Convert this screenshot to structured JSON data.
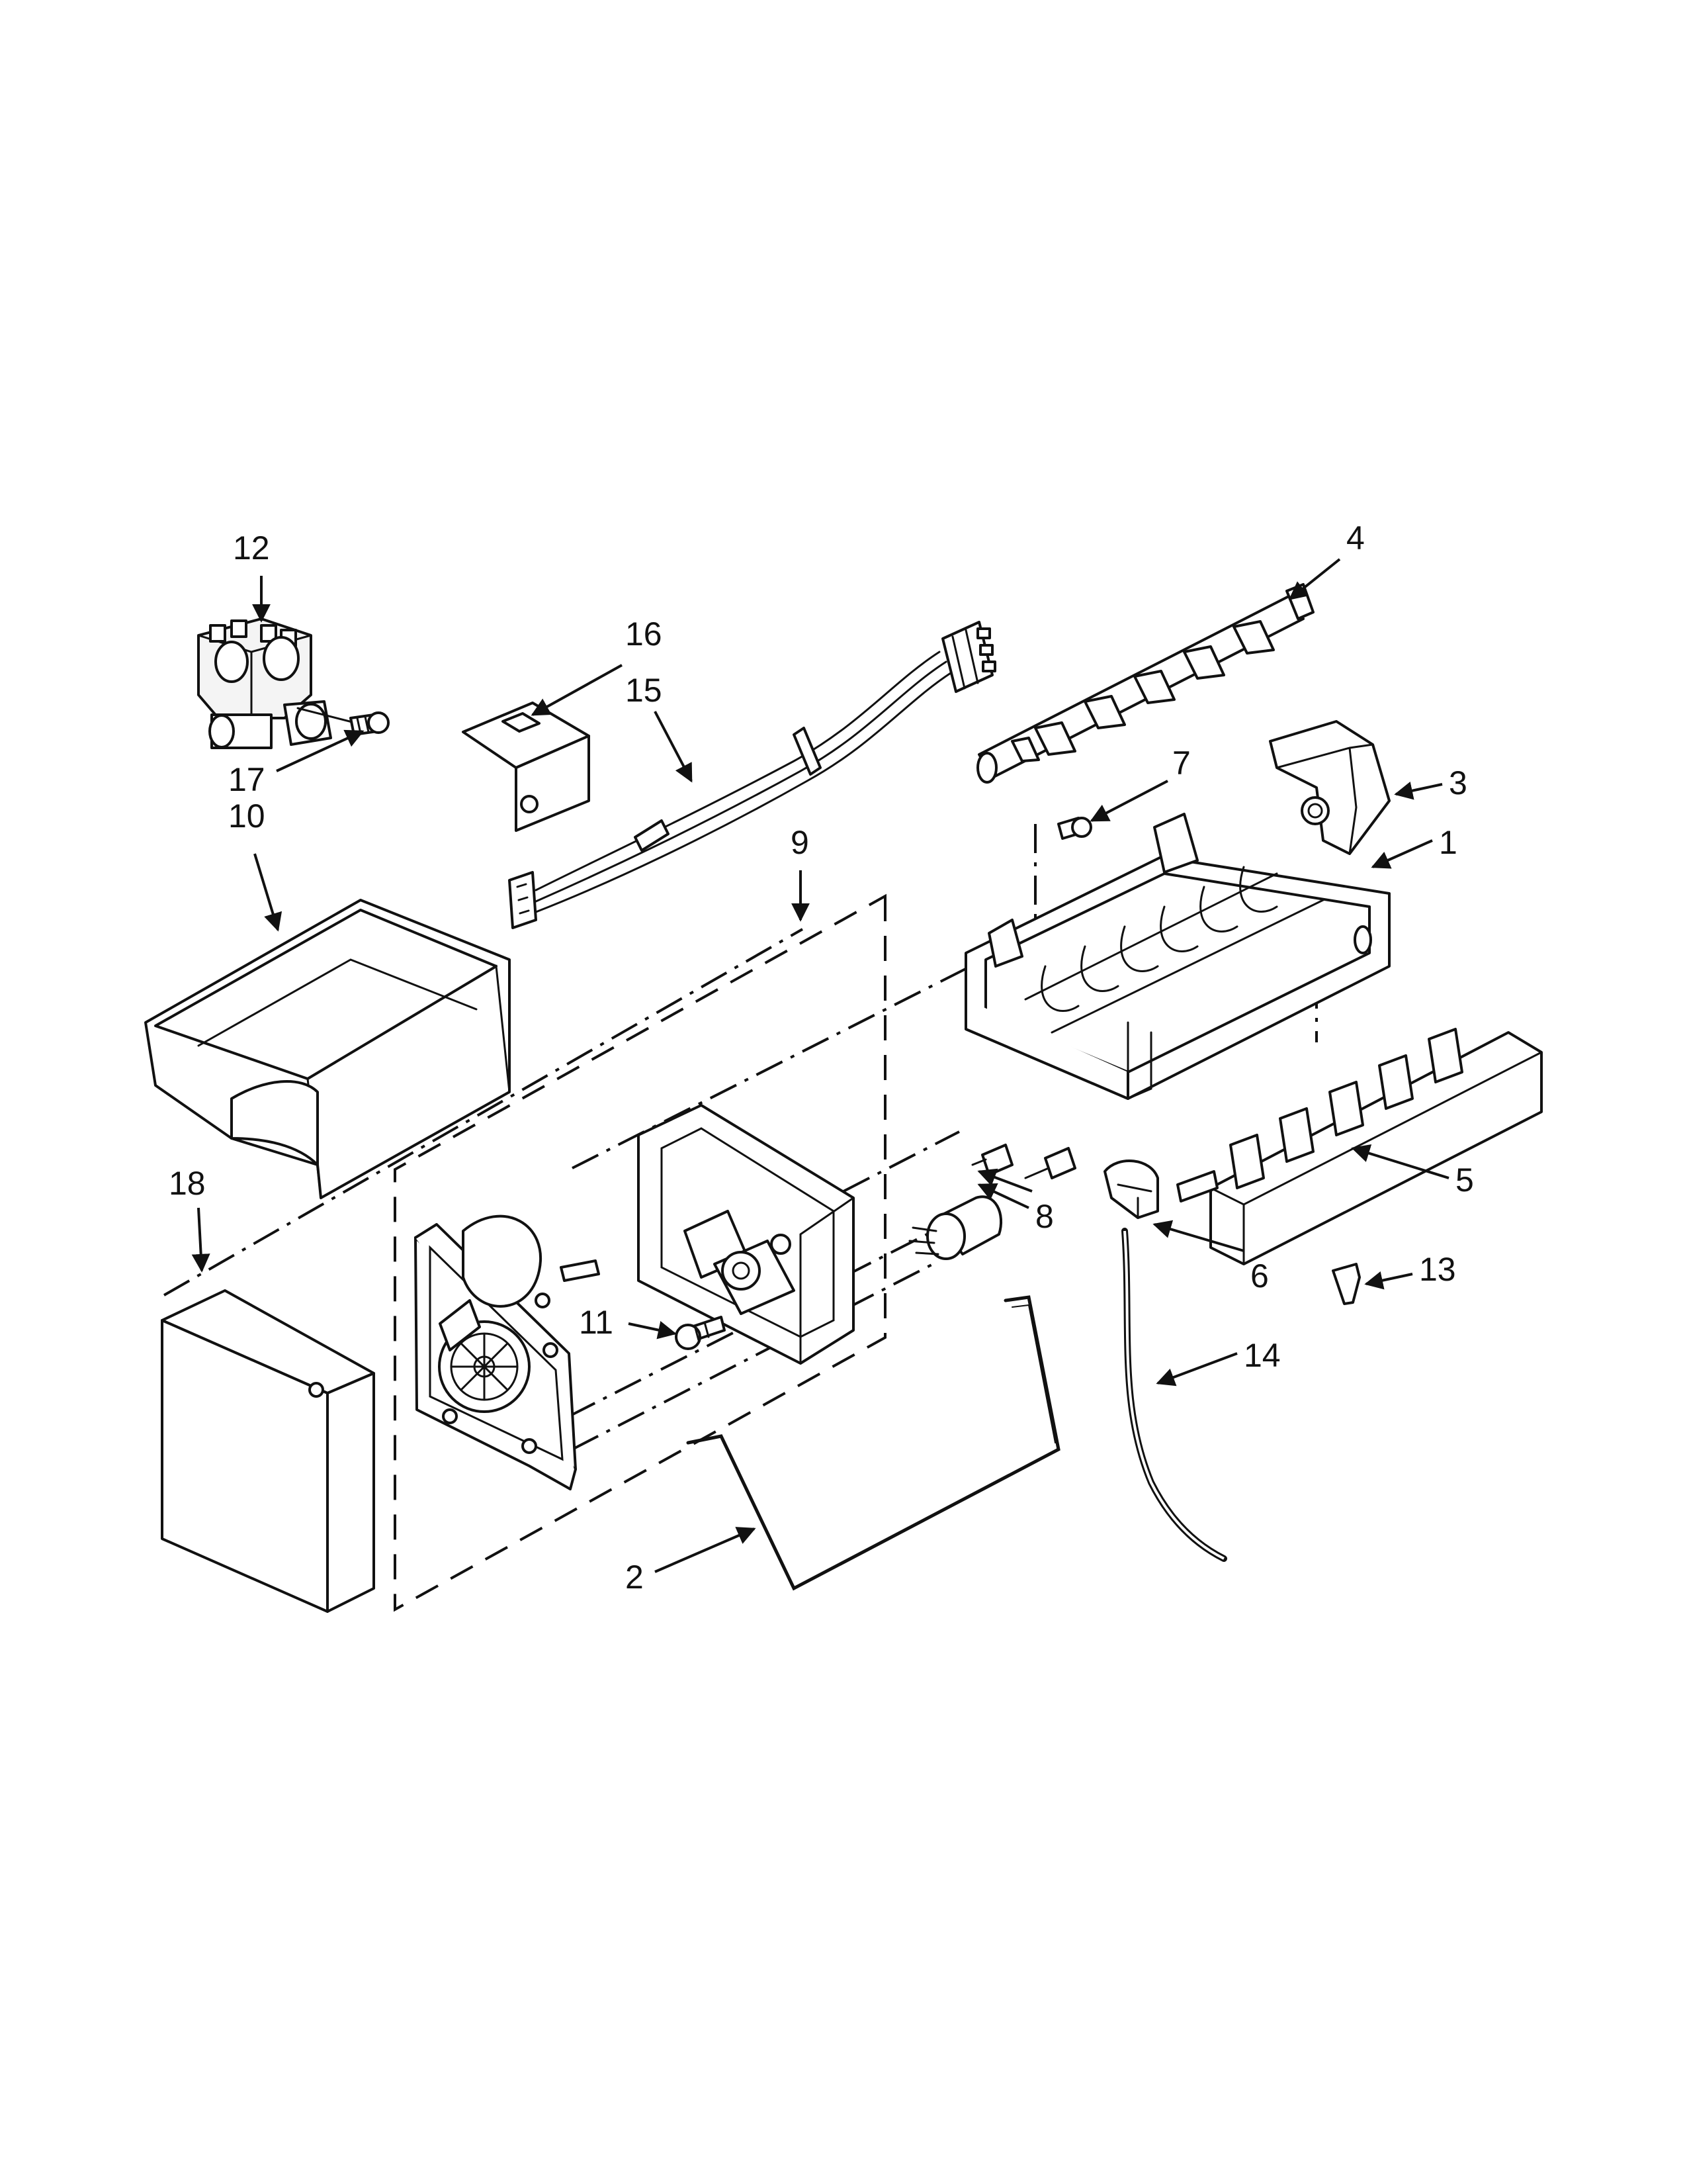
{
  "colors": {
    "line": "#111111",
    "background": "#ffffff"
  },
  "callouts": {
    "c1": "1",
    "c2": "2",
    "c3": "3",
    "c4": "4",
    "c5": "5",
    "c6": "6",
    "c7": "7",
    "c8": "8",
    "c9": "9",
    "c10": "10",
    "c11": "11",
    "c12": "12",
    "c13": "13",
    "c14": "14",
    "c15": "15",
    "c16": "16",
    "c17": "17",
    "c18": "18"
  }
}
